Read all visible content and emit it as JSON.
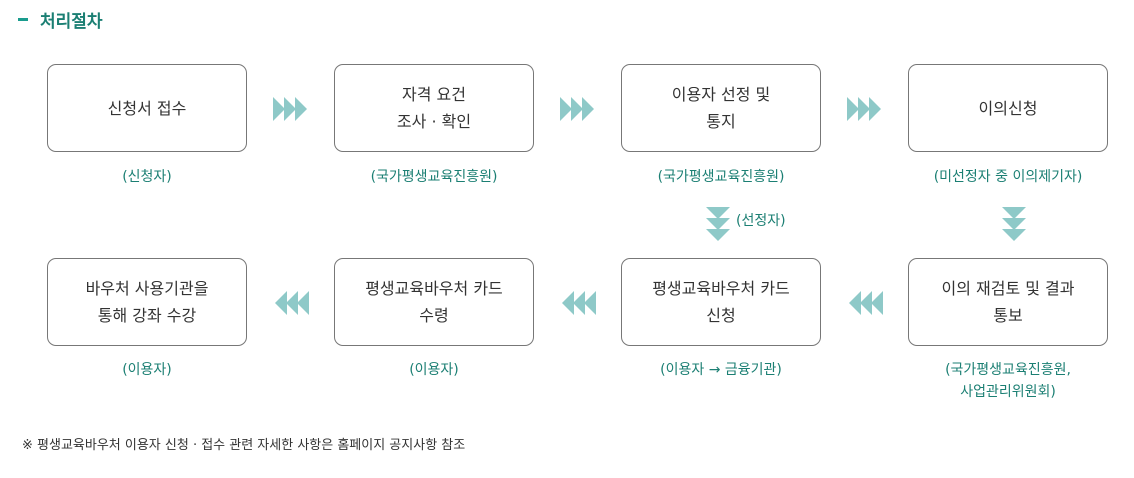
{
  "section_title": "처리절차",
  "steps": [
    {
      "label": "신청서 접수",
      "actor": "(신청자)"
    },
    {
      "label": "자격 요건\n조사 · 확인",
      "actor": "(국가평생교육진흥원)"
    },
    {
      "label": "이용자 선정 및\n통지",
      "actor": "(국가평생교육진흥원)"
    },
    {
      "label": "이의신청",
      "actor": "(미선정자 중 이의제기자)"
    },
    {
      "label": "이의 재검토 및 결과\n통보",
      "actor": "(국가평생교육진흥원,\n사업관리위원회)"
    },
    {
      "label": "평생교육바우처 카드\n신청",
      "actor": "(이용자 → 금융기관)"
    },
    {
      "label": "평생교육바우처 카드\n수령",
      "actor": "(이용자)"
    },
    {
      "label": "바우처 사용기관을\n통해 강좌 수강",
      "actor": "(이용자)"
    }
  ],
  "down_arrow_label": "(선정자)",
  "footnote": "※ 평생교육바우처 이용자 신청 · 접수 관련 자세한 사항은 홈페이지 공지사항 참조",
  "colors": {
    "accent": "#1b7f73",
    "arrow": "#8ec9c8",
    "border": "#777777"
  }
}
